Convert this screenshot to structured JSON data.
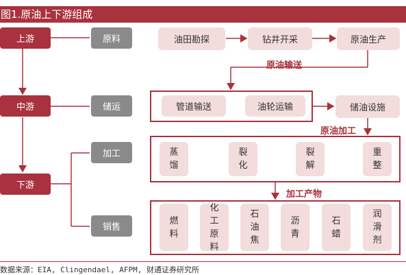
{
  "title": "图1.原油上下游组成",
  "left_column": {
    "upstream": "上游",
    "midstream": "中游",
    "downstream": "下游"
  },
  "categories": {
    "raw_material": "原料",
    "storage_transport": "储运",
    "processing": "加工",
    "sales": "销售"
  },
  "top_flow": {
    "field_exploration": "油田勘探",
    "drilling_extraction": "钻井开采",
    "crude_production": "原油生产"
  },
  "section_labels": {
    "crude_transport": "原油输送",
    "crude_processing": "原油加工",
    "processed_products": "加工产物"
  },
  "transport": {
    "pipeline": "管道输送",
    "tanker": "油轮运输",
    "storage_facility": "储油设施"
  },
  "processing_steps": [
    "蒸馏",
    "裂化",
    "裂解",
    "重整"
  ],
  "products": [
    {
      "chars": [
        "燃",
        "料"
      ]
    },
    {
      "chars": [
        "化",
        "工",
        "原",
        "料"
      ]
    },
    {
      "chars": [
        "石",
        "油",
        "焦"
      ]
    },
    {
      "chars": [
        "沥",
        "青"
      ]
    },
    {
      "chars": [
        "石",
        "蜡"
      ]
    },
    {
      "chars": [
        "润",
        "滑",
        "剂"
      ]
    }
  ],
  "source": "数据来源：EIA, Clingendael, AFPM, 财通证券研究所",
  "colors": {
    "brand_red": "#a8323d",
    "grey": "#8a8a8a",
    "pink": "#f3dcdc"
  }
}
